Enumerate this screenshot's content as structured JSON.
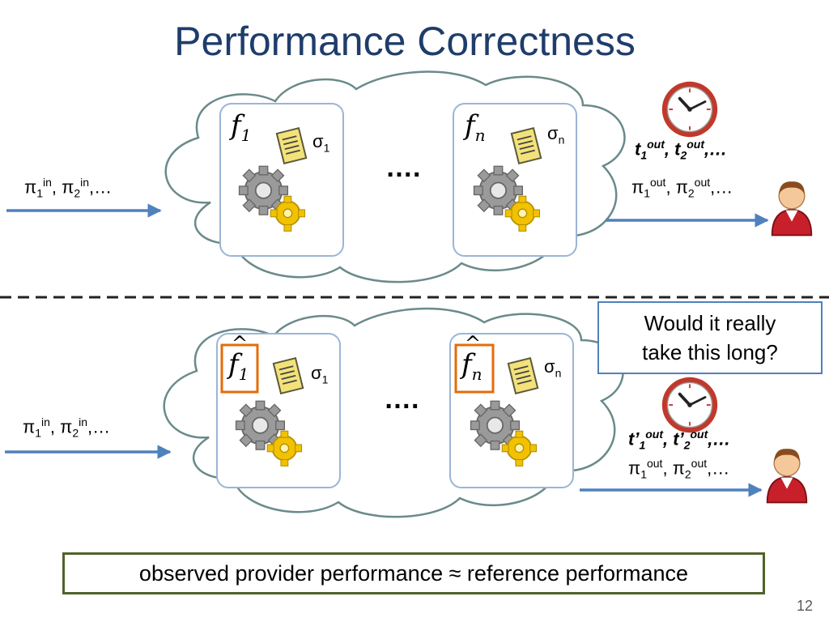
{
  "slide": {
    "title": "Performance Correctness",
    "page_number": "12"
  },
  "top": {
    "input": {
      "pi": "π",
      "sub1": "1",
      "sup1": "in",
      "sep": ", ",
      "sub2": "2",
      "sup2": "in",
      "tail": ",…"
    },
    "f1": {
      "f": "f",
      "sub": "1"
    },
    "fn": {
      "f": "f",
      "sub": "n"
    },
    "sigma1": {
      "s": "σ",
      "sub": "1"
    },
    "sigman": {
      "s": "σ",
      "sub": "n"
    },
    "dots": "….",
    "timing": {
      "t": "t",
      "sub1": "1",
      "sup1": "out",
      "sep": ", ",
      "sub2": "2",
      "sup2": "out",
      "tail": ",…"
    },
    "output": {
      "pi": "π",
      "sub1": "1",
      "sup1": "out",
      "sep": ", ",
      "sub2": "2",
      "sup2": "out",
      "tail": ",…"
    }
  },
  "bottom": {
    "input": {
      "pi": "π",
      "sub1": "1",
      "sup1": "in",
      "sep": ", ",
      "sub2": "2",
      "sup2": "in",
      "tail": ",…"
    },
    "f1": {
      "f": "f",
      "hat": "^",
      "sub": "1"
    },
    "fn": {
      "f": "f",
      "hat": "^",
      "sub": "n"
    },
    "sigma1": {
      "s": "σ",
      "sub": "1"
    },
    "sigman": {
      "s": "σ",
      "sub": "n"
    },
    "dots": "….",
    "timing": {
      "t": "t’",
      "sub1": "1",
      "sup1": "out",
      "sep": ", ",
      "sub2": "2",
      "sup2": "out",
      "tail": ",…"
    },
    "output": {
      "pi": "π",
      "sub1": "1",
      "sup1": "out",
      "sep": ", ",
      "sub2": "2",
      "sup2": "out",
      "tail": ",…"
    }
  },
  "question": {
    "line1": "Would it really",
    "line2": "take this long?"
  },
  "summary": "observed provider performance ≈ reference performance",
  "colors": {
    "title": "#1f3d6b",
    "arrow": "#4f81bd",
    "cloud_stroke": "#6a8a8a",
    "box_stroke": "#9bb5d6",
    "hat_box": "#e46c0a",
    "summary_border": "#4f6228",
    "clock_red": "#c0392b"
  },
  "icons": [
    "gear-icon",
    "document-icon",
    "clock-icon",
    "user-icon",
    "arrow-icon"
  ]
}
